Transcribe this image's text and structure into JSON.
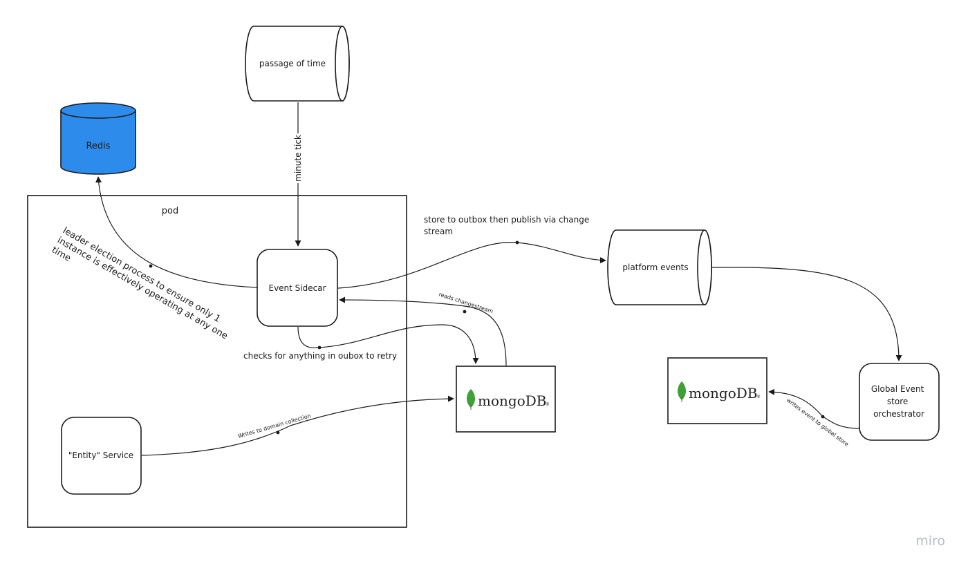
{
  "shapes": {
    "redis": "Redis",
    "passage_of_time": "passage of time",
    "pod": "pod",
    "event_sidecar": "Event Sidecar",
    "platform_events": "platform events",
    "entity_service": "\"Entity\" Service",
    "global_orchestrator": [
      "Global Event",
      "store",
      "orchestrator"
    ],
    "mongo_wordmark": "mongoDB",
    "mongo_registered": "®"
  },
  "labels": {
    "minute_tick": "minute tick",
    "leader_election": [
      "leader election process to ensure only 1",
      "instance is effectively operating at any one",
      "time"
    ],
    "outbox_publish": [
      "store to outbox then publish via change",
      "stream"
    ],
    "reads_changestream": "reads changestream",
    "checks_outbox": "checks for anything in oubox to retry",
    "writes_domain": "Writes to domain collection",
    "writes_global": "writes event to global store"
  },
  "watermark": "miro",
  "colors": {
    "redis_fill": "#2d8ceb",
    "mongo_leaf": "#3fa037",
    "stroke": "#1a1a1a"
  }
}
